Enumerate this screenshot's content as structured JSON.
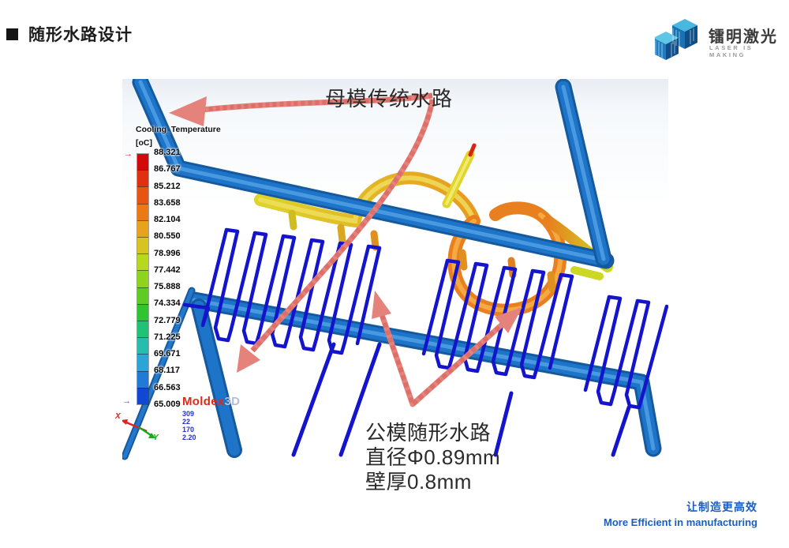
{
  "header": {
    "title": "随形水路设计"
  },
  "logo": {
    "name": "镭明激光",
    "tagline": "LASER IS MAKING"
  },
  "viewport": {
    "annotation_top": "母模传统水路",
    "annotation_bottom": [
      "公模随形水路",
      "直径Φ0.89mm",
      "壁厚0.8mm"
    ]
  },
  "legend": {
    "title": "Cooling_Temperature",
    "unit": "[oC]",
    "values": [
      "88.321",
      "86.767",
      "85.212",
      "83.658",
      "82.104",
      "80.550",
      "78.996",
      "77.442",
      "75.888",
      "74.334",
      "72.779",
      "71.225",
      "69.671",
      "68.117",
      "66.563",
      "65.009"
    ],
    "segment_colors": [
      "#d40a0a",
      "#e03010",
      "#e85512",
      "#ec7a14",
      "#e8a31c",
      "#d8c420",
      "#b8d81e",
      "#8ed41c",
      "#5ecc22",
      "#2ec432",
      "#22c276",
      "#26bcae",
      "#2aa6d6",
      "#1f7ad8",
      "#1246d4"
    ],
    "max_arrow": "→",
    "min_arrow": "→"
  },
  "watermark": {
    "brand": "Moldex",
    "suffix": "3D",
    "numbers": [
      "309",
      "22",
      "170",
      "2.20"
    ]
  },
  "axis": {
    "x": "X",
    "y": "Y"
  },
  "footer": {
    "cn": "让制造更高效",
    "en": "More Efficient in manufacturing"
  },
  "colors": {
    "pipe_blue": "#1e74c8",
    "channel_blue": "#1414cd",
    "hot_orange": "#e88020",
    "hot_yellow": "#ddd42a",
    "arrow_salmon": "#e5827c",
    "brand_blue": "#1a5ec4"
  }
}
